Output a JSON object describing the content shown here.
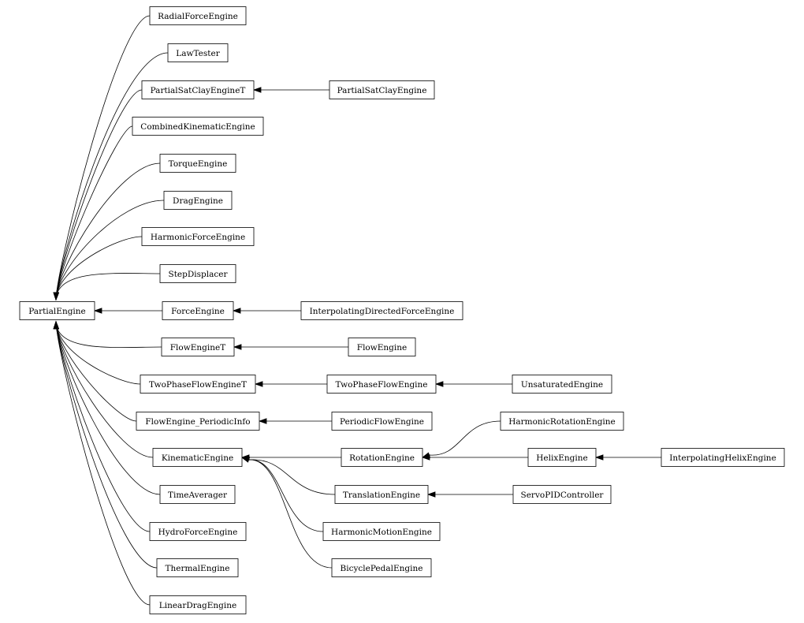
{
  "diagram": {
    "type": "class-inheritance-graph",
    "nodes": [
      {
        "id": "PartialEngine",
        "label": "PartialEngine"
      },
      {
        "id": "RadialForceEngine",
        "label": "RadialForceEngine"
      },
      {
        "id": "LawTester",
        "label": "LawTester"
      },
      {
        "id": "PartialSatClayEngineT",
        "label": "PartialSatClayEngineT"
      },
      {
        "id": "PartialSatClayEngine",
        "label": "PartialSatClayEngine"
      },
      {
        "id": "CombinedKinematicEngine",
        "label": "CombinedKinematicEngine"
      },
      {
        "id": "TorqueEngine",
        "label": "TorqueEngine"
      },
      {
        "id": "DragEngine",
        "label": "DragEngine"
      },
      {
        "id": "HarmonicForceEngine",
        "label": "HarmonicForceEngine"
      },
      {
        "id": "StepDisplacer",
        "label": "StepDisplacer"
      },
      {
        "id": "ForceEngine",
        "label": "ForceEngine"
      },
      {
        "id": "InterpolatingDirectedForceEngine",
        "label": "InterpolatingDirectedForceEngine"
      },
      {
        "id": "FlowEngineT",
        "label": "FlowEngineT"
      },
      {
        "id": "FlowEngine",
        "label": "FlowEngine"
      },
      {
        "id": "TwoPhaseFlowEngineT",
        "label": "TwoPhaseFlowEngineT"
      },
      {
        "id": "TwoPhaseFlowEngine",
        "label": "TwoPhaseFlowEngine"
      },
      {
        "id": "UnsaturatedEngine",
        "label": "UnsaturatedEngine"
      },
      {
        "id": "FlowEngine_PeriodicInfo",
        "label": "FlowEngine_PeriodicInfo"
      },
      {
        "id": "PeriodicFlowEngine",
        "label": "PeriodicFlowEngine"
      },
      {
        "id": "KinematicEngine",
        "label": "KinematicEngine"
      },
      {
        "id": "RotationEngine",
        "label": "RotationEngine"
      },
      {
        "id": "HarmonicRotationEngine",
        "label": "HarmonicRotationEngine"
      },
      {
        "id": "HelixEngine",
        "label": "HelixEngine"
      },
      {
        "id": "InterpolatingHelixEngine",
        "label": "InterpolatingHelixEngine"
      },
      {
        "id": "TranslationEngine",
        "label": "TranslationEngine"
      },
      {
        "id": "ServoPIDController",
        "label": "ServoPIDController"
      },
      {
        "id": "HarmonicMotionEngine",
        "label": "HarmonicMotionEngine"
      },
      {
        "id": "BicyclePedalEngine",
        "label": "BicyclePedalEngine"
      },
      {
        "id": "TimeAverager",
        "label": "TimeAverager"
      },
      {
        "id": "HydroForceEngine",
        "label": "HydroForceEngine"
      },
      {
        "id": "ThermalEngine",
        "label": "ThermalEngine"
      },
      {
        "id": "LinearDragEngine",
        "label": "LinearDragEngine"
      }
    ],
    "edges": [
      {
        "from": "RadialForceEngine",
        "to": "PartialEngine"
      },
      {
        "from": "LawTester",
        "to": "PartialEngine"
      },
      {
        "from": "PartialSatClayEngineT",
        "to": "PartialEngine"
      },
      {
        "from": "CombinedKinematicEngine",
        "to": "PartialEngine"
      },
      {
        "from": "TorqueEngine",
        "to": "PartialEngine"
      },
      {
        "from": "DragEngine",
        "to": "PartialEngine"
      },
      {
        "from": "HarmonicForceEngine",
        "to": "PartialEngine"
      },
      {
        "from": "StepDisplacer",
        "to": "PartialEngine"
      },
      {
        "from": "ForceEngine",
        "to": "PartialEngine"
      },
      {
        "from": "FlowEngineT",
        "to": "PartialEngine"
      },
      {
        "from": "TwoPhaseFlowEngineT",
        "to": "PartialEngine"
      },
      {
        "from": "FlowEngine_PeriodicInfo",
        "to": "PartialEngine"
      },
      {
        "from": "KinematicEngine",
        "to": "PartialEngine"
      },
      {
        "from": "TimeAverager",
        "to": "PartialEngine"
      },
      {
        "from": "HydroForceEngine",
        "to": "PartialEngine"
      },
      {
        "from": "ThermalEngine",
        "to": "PartialEngine"
      },
      {
        "from": "LinearDragEngine",
        "to": "PartialEngine"
      },
      {
        "from": "PartialSatClayEngine",
        "to": "PartialSatClayEngineT"
      },
      {
        "from": "InterpolatingDirectedForceEngine",
        "to": "ForceEngine"
      },
      {
        "from": "FlowEngine",
        "to": "FlowEngineT"
      },
      {
        "from": "TwoPhaseFlowEngine",
        "to": "TwoPhaseFlowEngineT"
      },
      {
        "from": "UnsaturatedEngine",
        "to": "TwoPhaseFlowEngine"
      },
      {
        "from": "PeriodicFlowEngine",
        "to": "FlowEngine_PeriodicInfo"
      },
      {
        "from": "RotationEngine",
        "to": "KinematicEngine"
      },
      {
        "from": "TranslationEngine",
        "to": "KinematicEngine"
      },
      {
        "from": "HarmonicMotionEngine",
        "to": "KinematicEngine"
      },
      {
        "from": "BicyclePedalEngine",
        "to": "KinematicEngine"
      },
      {
        "from": "HarmonicRotationEngine",
        "to": "RotationEngine"
      },
      {
        "from": "HelixEngine",
        "to": "RotationEngine"
      },
      {
        "from": "InterpolatingHelixEngine",
        "to": "HelixEngine"
      },
      {
        "from": "ServoPIDController",
        "to": "TranslationEngine"
      }
    ]
  }
}
